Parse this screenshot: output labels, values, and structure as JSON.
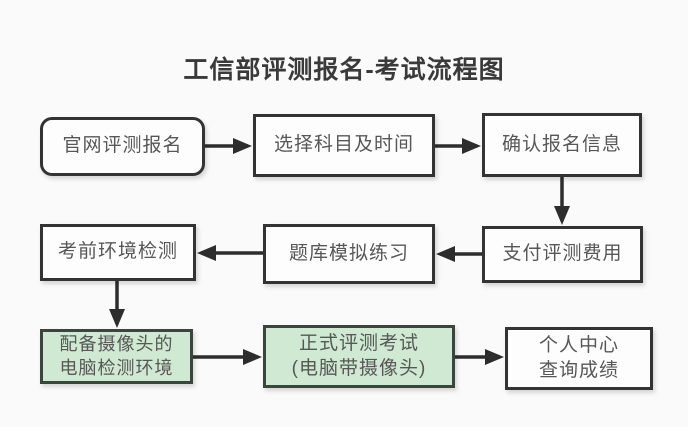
{
  "page": {
    "title": "工信部评测报名-考试流程图"
  },
  "colors": {
    "background": "#fafafa",
    "box_fill": "#fdfdfd",
    "green_fill": "#cfe9d2",
    "box_border": "#333333",
    "green_border": "#3a453c",
    "text": "#575757",
    "title_color": "#3a3a3a",
    "arrow": "#2d2d2d"
  },
  "flow": {
    "step1": {
      "label": "官网评测报名",
      "highlighted": false
    },
    "step2": {
      "label": "选择科目及时间",
      "highlighted": false
    },
    "step3": {
      "label": "确认报名信息",
      "highlighted": false
    },
    "step4": {
      "label": "支付评测费用",
      "highlighted": false
    },
    "step5": {
      "label": "题库模拟练习",
      "highlighted": false
    },
    "step6": {
      "label": "考前环境检测",
      "highlighted": false
    },
    "step7": {
      "line1": "配备摄像头的",
      "line2": "电脑检测环境",
      "highlighted": true
    },
    "step8": {
      "line1": "正式评测考试",
      "line2": "(电脑带摄像头)",
      "highlighted": true
    },
    "step9": {
      "line1": "个人中心",
      "line2": "查询成绩",
      "highlighted": false
    }
  },
  "edges": [
    {
      "from": "官网评测报名",
      "to": "选择科目及时间"
    },
    {
      "from": "选择科目及时间",
      "to": "确认报名信息"
    },
    {
      "from": "确认报名信息",
      "to": "支付评测费用"
    },
    {
      "from": "支付评测费用",
      "to": "题库模拟练习"
    },
    {
      "from": "题库模拟练习",
      "to": "考前环境检测"
    },
    {
      "from": "考前环境检测",
      "to": "配备摄像头的电脑检测环境"
    },
    {
      "from": "配备摄像头的电脑检测环境",
      "to": "正式评测考试(电脑带摄像头)"
    },
    {
      "from": "正式评测考试(电脑带摄像头)",
      "to": "个人中心查询成绩"
    }
  ]
}
